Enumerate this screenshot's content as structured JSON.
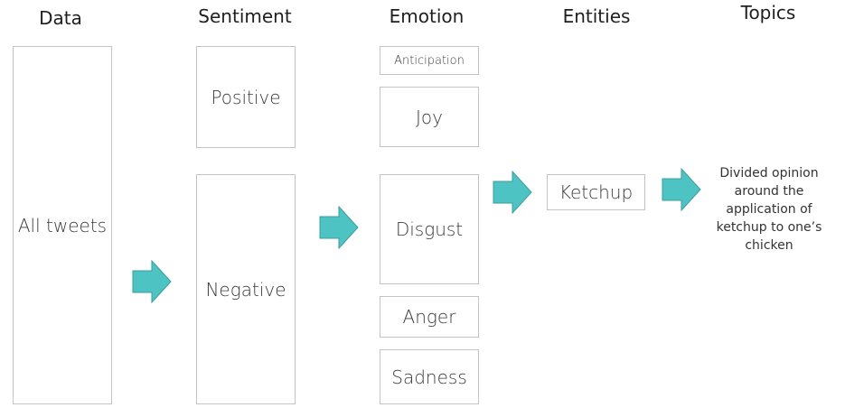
{
  "headers": {
    "data": "Data",
    "sentiment": "Sentiment",
    "emotion": "Emotion",
    "entities": "Entities",
    "topics": "Topics"
  },
  "data_column": {
    "all_tweets": "All tweets"
  },
  "sentiment_column": {
    "positive": "Positive",
    "negative": "Negative"
  },
  "emotion_column": {
    "anticipation": "Anticipation",
    "joy": "Joy",
    "disgust": "Disgust",
    "anger": "Anger",
    "sadness": "Sadness"
  },
  "entities_column": {
    "ketchup": "Ketchup"
  },
  "topics_column": {
    "line1": "Divided opinion",
    "line2": "around the",
    "line3": "application of",
    "line4": "ketchup to one’s",
    "line5": "chicken"
  },
  "colors": {
    "arrow_fill": "#4ec3c3",
    "arrow_stroke": "#3a9e9e",
    "box_border": "#c4c4c4"
  }
}
